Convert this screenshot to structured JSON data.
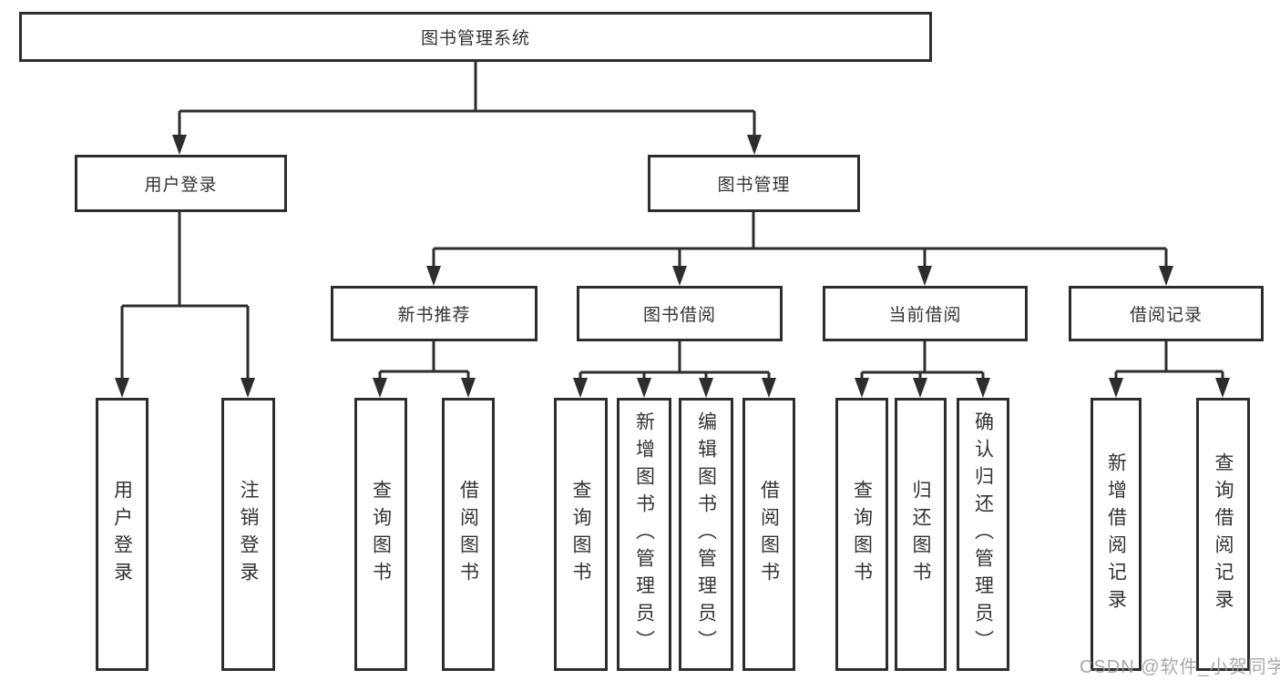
{
  "diagram": {
    "root": {
      "label": "图书管理系统"
    },
    "branches": {
      "user_login": {
        "label": "用户登录",
        "children": [
          "用户登录",
          "注销登录"
        ]
      },
      "book_mgmt": {
        "label": "图书管理",
        "sections": {
          "new_book_rec": {
            "label": "新书推荐",
            "children": [
              "查询图书",
              "借阅图书"
            ]
          },
          "book_borrow": {
            "label": "图书借阅",
            "children": [
              "查询图书",
              "新增图书（管理员）",
              "编辑图书（管理员）",
              "借阅图书"
            ]
          },
          "current_borrow": {
            "label": "当前借阅",
            "children": [
              "查询图书",
              "归还图书",
              "确认归还（管理员）"
            ]
          },
          "borrow_records": {
            "label": "借阅记录",
            "children": [
              "新增借阅记录",
              "查询借阅记录"
            ]
          }
        }
      }
    },
    "colors": {
      "line": "#2d2d2d",
      "text": "#333333",
      "watermark": "#9b9b9b"
    },
    "watermark": "CSDN @软件_小贺同学"
  }
}
